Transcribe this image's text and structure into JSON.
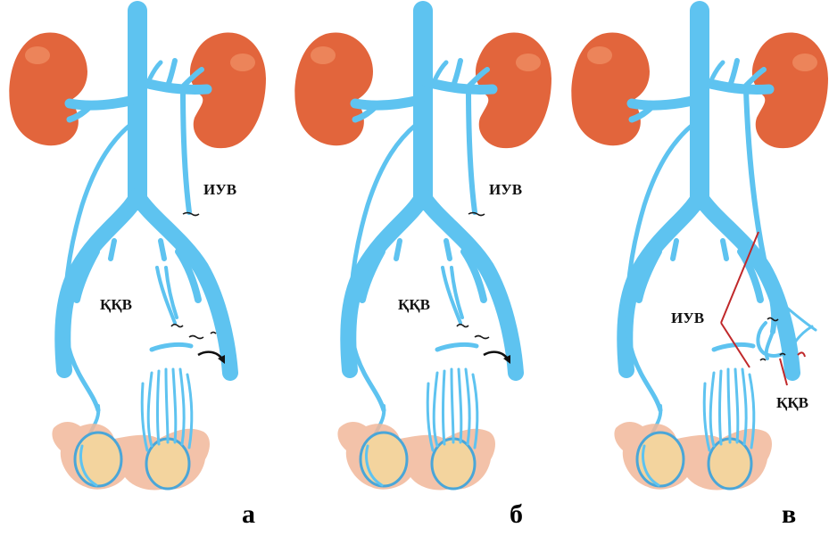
{
  "panels": [
    {
      "letter": "а",
      "label_iuv": "ИУВ",
      "label_kkv": "ҚҚВ"
    },
    {
      "letter": "б",
      "label_iuv": "ИУВ",
      "label_kkv": "ҚҚВ"
    },
    {
      "letter": "в",
      "label_iuv": "ИУВ",
      "label_kkv": "ҚҚВ"
    }
  ],
  "colors": {
    "vein": "#5ec3f0",
    "kidney": "#e2653c",
    "annotation_line": "#c0282a"
  }
}
